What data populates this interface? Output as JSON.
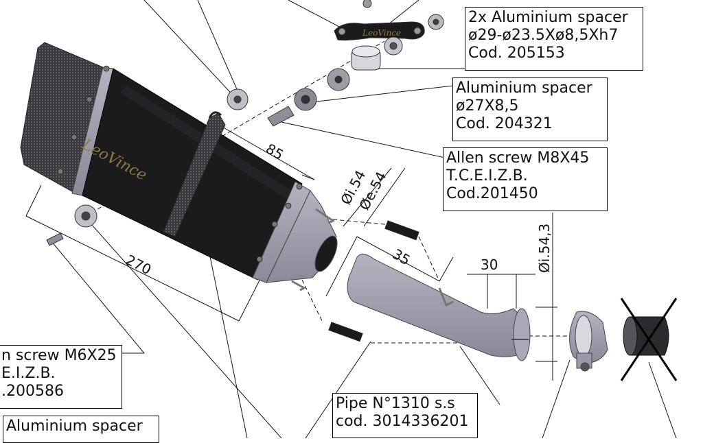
{
  "callouts": {
    "spacer_2x": {
      "lines": [
        "2x Aluminium spacer",
        "ø29-ø23.5Xø8,5Xh7",
        "Cod. 205153"
      ]
    },
    "spacer": {
      "lines": [
        "Aluminium spacer",
        "ø27X8,5",
        "Cod. 204321"
      ]
    },
    "allen_m8": {
      "lines": [
        "Allen screw M8X45",
        "T.C.E.I.Z.B.",
        "Cod.201450"
      ]
    },
    "allen_m6": {
      "lines": [
        "n screw M6X25",
        "E.I.Z.B.",
        ".200586"
      ]
    },
    "spacer_bottom": {
      "lines": [
        "Aluminium spacer"
      ]
    },
    "pipe": {
      "lines": [
        "Pipe N°1310 s.s",
        "cod. 3014336201"
      ]
    }
  },
  "dimensions": {
    "d85": "85",
    "d270": "270",
    "d35": "35",
    "d30": "30",
    "di54": "Øi.54",
    "de54": "Øe.54",
    "di543": "Øi.54,3"
  },
  "brand": "LeoVince",
  "colors": {
    "body": "#1b1b1d",
    "metal": "#9a99a8",
    "line": "#111111"
  }
}
